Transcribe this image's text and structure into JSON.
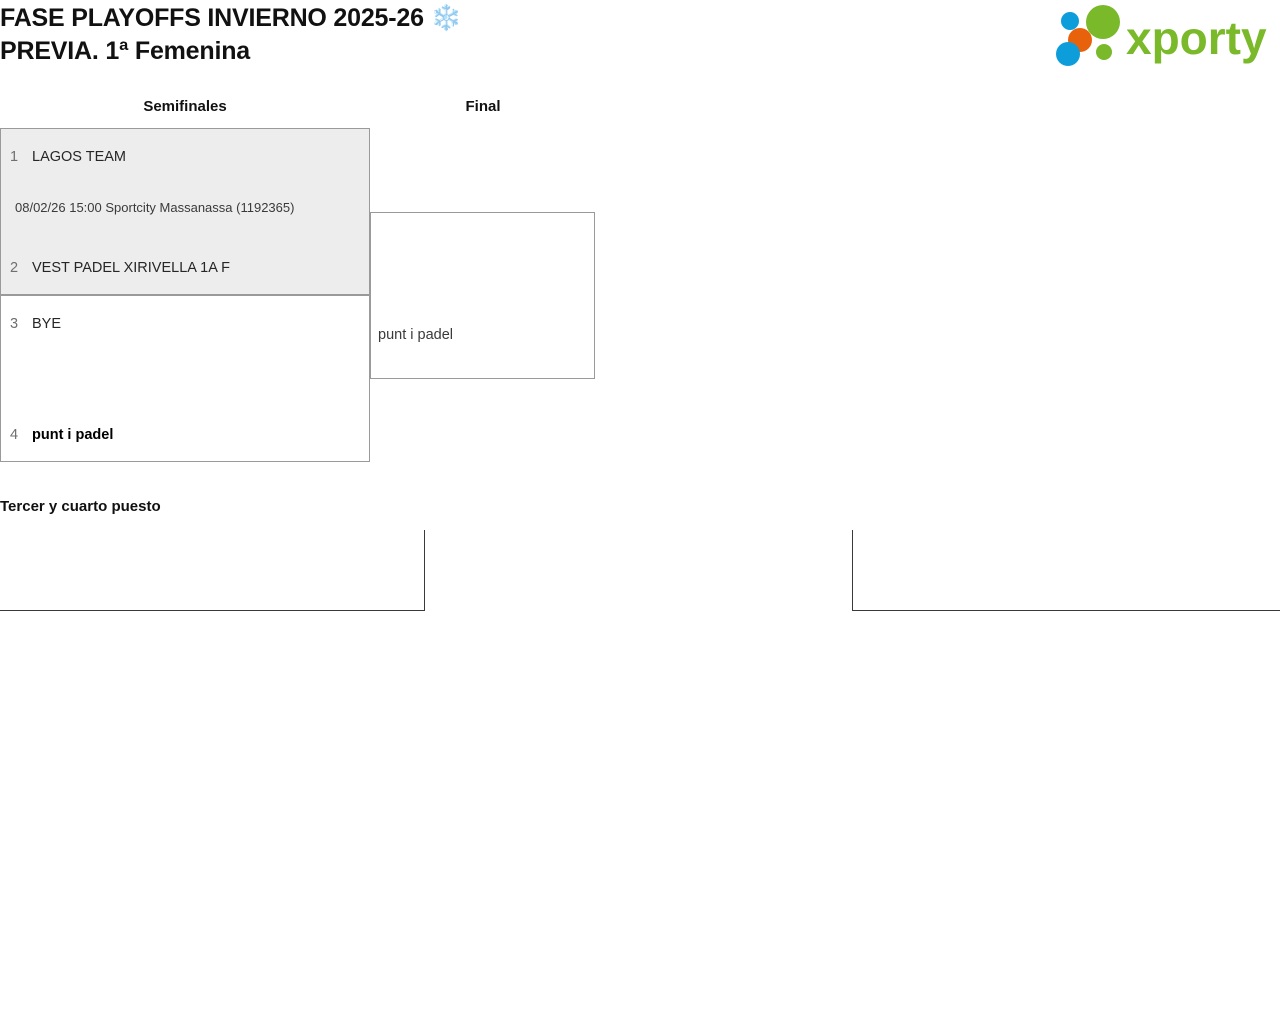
{
  "header": {
    "title": "FASE PLAYOFFS INVIERNO 2025-26 ❄️\nPREVIA. 1ª Femenina",
    "logo_text": "xporty",
    "logo_colors": {
      "green": "#7ab929",
      "blue": "#0d9ddb",
      "orange": "#e8620c"
    }
  },
  "bracket": {
    "rounds": [
      {
        "label": "Semifinales"
      },
      {
        "label": "Final"
      }
    ],
    "matches": [
      {
        "id": "sf-1",
        "shaded": true,
        "meta": "08/02/26 15:00 Sportcity Massanassa (1192365)",
        "slots": [
          {
            "seed": "1",
            "team": "LAGOS TEAM",
            "winner": false
          },
          {
            "seed": "2",
            "team": "VEST PADEL XIRIVELLA 1A F",
            "winner": false
          }
        ]
      },
      {
        "id": "sf-2",
        "shaded": false,
        "meta": "",
        "slots": [
          {
            "seed": "3",
            "team": "BYE",
            "winner": false
          },
          {
            "seed": "4",
            "team": "punt i padel",
            "winner": true
          }
        ]
      }
    ],
    "final": {
      "id": "final",
      "team": "punt i padel"
    }
  },
  "third_place": {
    "title": "Tercer y cuarto puesto",
    "left_box_text": "",
    "right_box_text": ""
  }
}
